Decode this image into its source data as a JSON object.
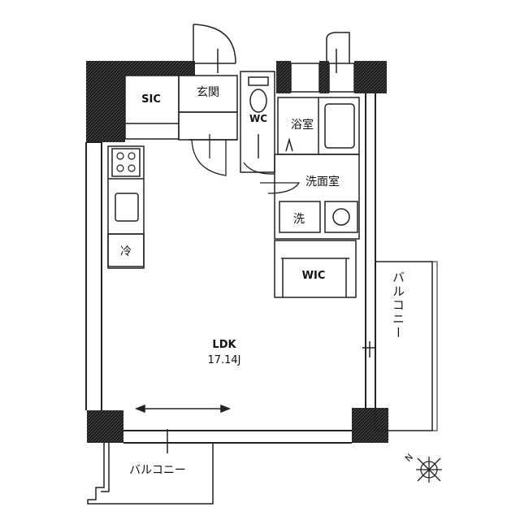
{
  "rooms": {
    "sic": "SIC",
    "genkan": "玄関",
    "wc": "WC",
    "bath": "浴室",
    "washroom": "洗面室",
    "washer": "洗",
    "fridge": "冷",
    "wic": "WIC",
    "ldk": "LDK",
    "ldk_size": "17.14J",
    "balcony_right": "バルコニー",
    "balcony_bottom": "バルコニー"
  },
  "compass": {
    "north": "N"
  },
  "colors": {
    "wall": "#1a1a1a",
    "line": "#222222",
    "background": "#ffffff"
  }
}
